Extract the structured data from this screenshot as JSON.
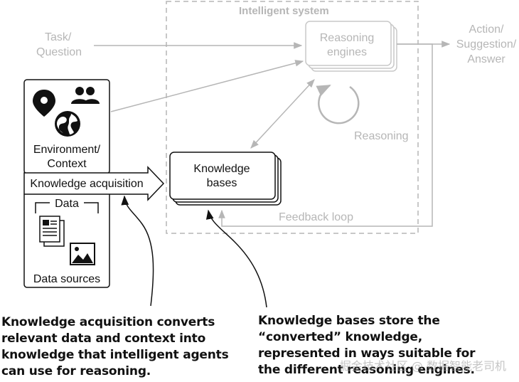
{
  "intelligent_system": {
    "title": "Intelligent system",
    "reasoning_engines": [
      "Reasoning",
      "engines"
    ],
    "reasoning_loop": "Reasoning",
    "feedback_loop": "Feedback loop",
    "knowledge_bases": [
      "Knowledge",
      "bases"
    ]
  },
  "inputs": {
    "task_question": [
      "Task/",
      "Question"
    ],
    "environment_context": [
      "Environment/",
      "Context"
    ],
    "data": "Data",
    "data_sources": "Data sources",
    "knowledge_acquisition": "Knowledge acquisition"
  },
  "outputs": {
    "action_answer": [
      "Action/",
      "Suggestion/",
      "Answer"
    ]
  },
  "captions": {
    "knowledge_acquisition": [
      "Knowledge acquisition converts",
      "relevant data and context into",
      "knowledge that intelligent agents",
      "can use for reasoning."
    ],
    "knowledge_bases": [
      "Knowledge bases store the",
      "“converted” knowledge,",
      "represented in ways suitable for",
      "the different reasoning engines."
    ]
  },
  "watermark": "掘金技术社区 @ 数据智能老司机",
  "colors": {
    "gray": "#b6b6b6",
    "dark": "#111111"
  },
  "icons": [
    "location-pin-icon",
    "people-icon",
    "globe-icon",
    "document-icon",
    "image-icon"
  ]
}
